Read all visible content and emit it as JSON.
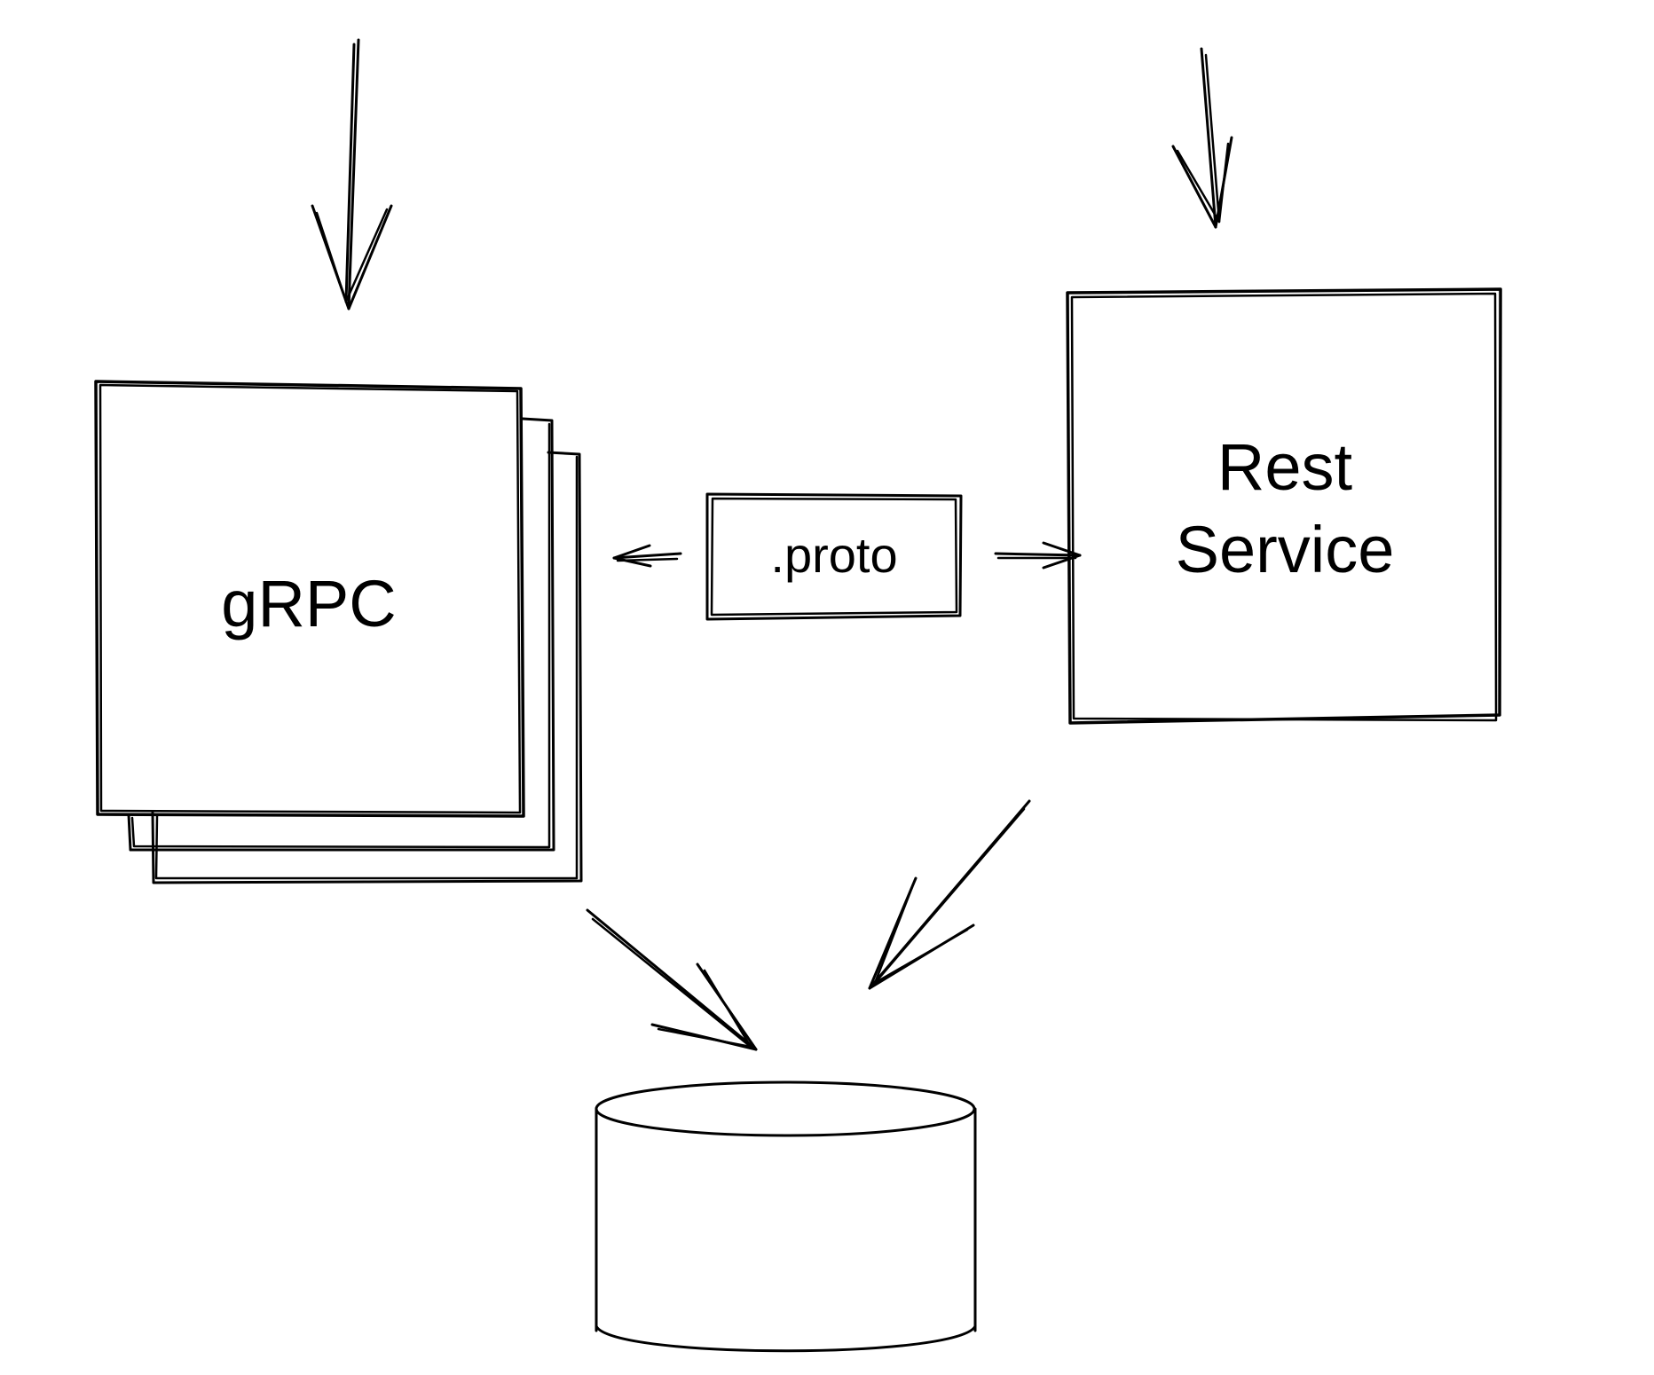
{
  "nodes": {
    "grpc": {
      "label": "gRPC"
    },
    "proto": {
      "label": ".proto"
    },
    "rest": {
      "label_line1": "Rest",
      "label_line2": "Service"
    },
    "database": {
      "label": ""
    }
  },
  "edges": [
    {
      "from": "external",
      "to": "grpc"
    },
    {
      "from": "external",
      "to": "rest"
    },
    {
      "from": "proto",
      "to": "grpc"
    },
    {
      "from": "proto",
      "to": "rest"
    },
    {
      "from": "grpc",
      "to": "database"
    },
    {
      "from": "rest",
      "to": "database"
    }
  ],
  "colors": {
    "stroke": "#000000",
    "background": "#ffffff"
  }
}
